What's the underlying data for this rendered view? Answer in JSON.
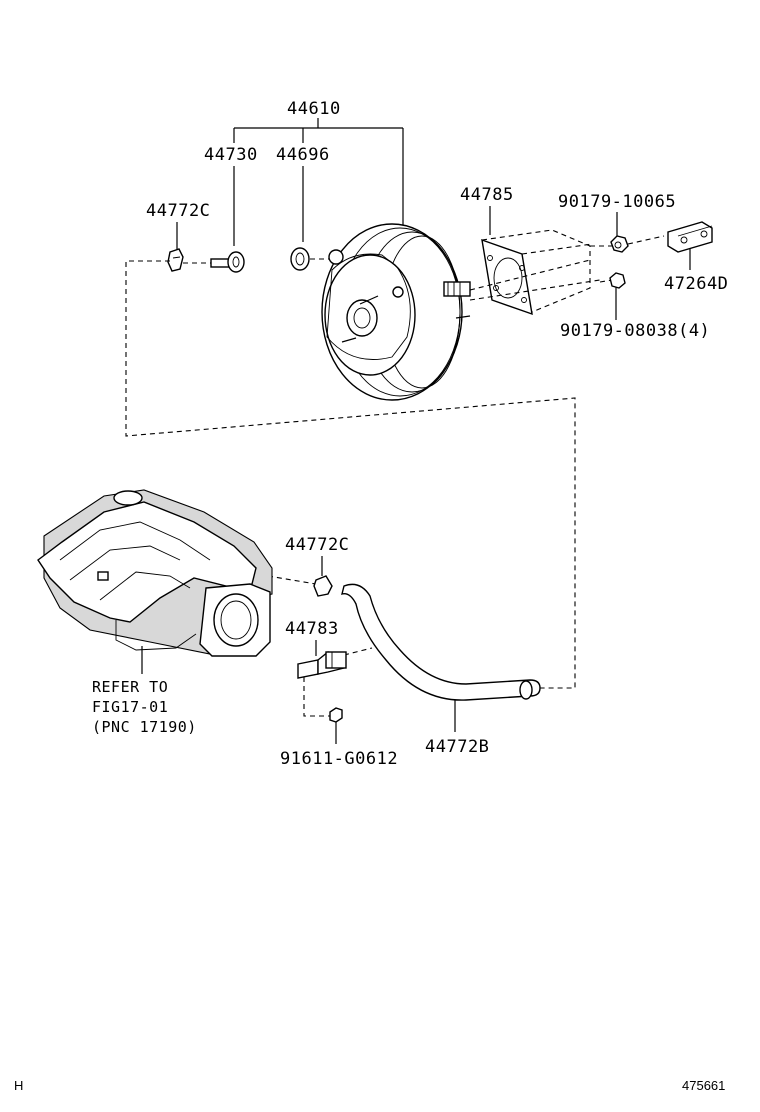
{
  "labels": {
    "assembly": "44610",
    "valve": "44730",
    "grommet": "44696",
    "clamp_top": "44772C",
    "gasket": "44785",
    "nut_a": "90179-10065",
    "bracket": "47264D",
    "nut_b": "90179-08038(4)",
    "clamp_mid": "44772C",
    "hose_bracket": "44783",
    "bolt": "91611-G0612",
    "hose": "44772B"
  },
  "reference": {
    "line1": "REFER TO",
    "line2": "FIG17-01",
    "line3": "(PNC 17190)"
  },
  "footer": {
    "left_mark": "H",
    "figure_id": "475661"
  }
}
